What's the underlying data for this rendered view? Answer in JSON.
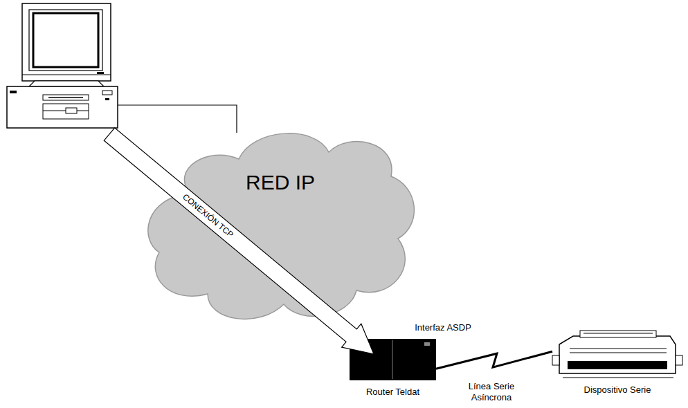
{
  "diagram": {
    "nodes": [
      {
        "text": [
          "RED IP"
        ]
      },
      {
        "text": [
          "Router Teldat"
        ]
      },
      {
        "text": [
          "Dispositivo Serie"
        ]
      }
    ],
    "edges": [
      {
        "from": 1,
        "to": 2,
        "arrow": "none",
        "label": "Línea Serie Asíncrona"
      }
    ],
    "labels": [
      "CONEXIÓN TCP",
      "Interfaz ASDP"
    ]
  }
}
